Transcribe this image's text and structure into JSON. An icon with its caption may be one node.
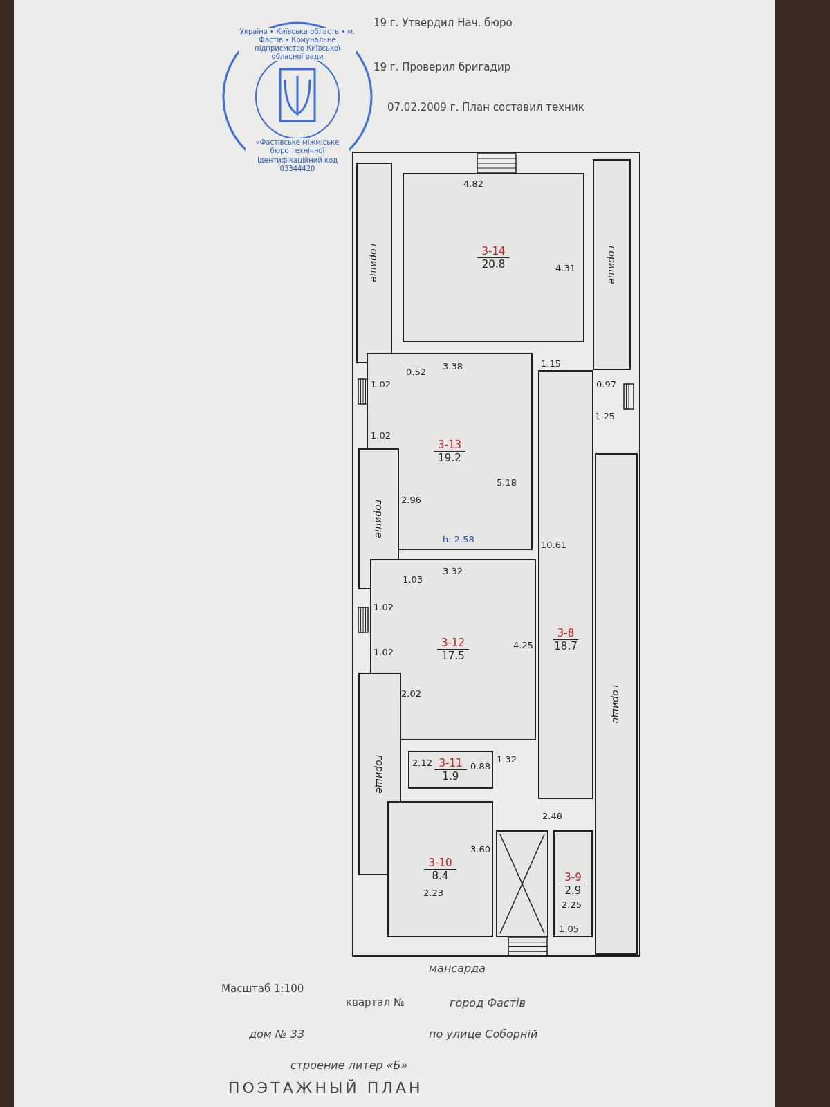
{
  "diagram": {
    "title": "ПОЭТАЖНЫЙ ПЛАН",
    "nodes": [
      {
        "text": [
          "3-14",
          "20.8"
        ]
      },
      {
        "text": [
          "горище"
        ]
      },
      {
        "text": [
          "горище"
        ]
      },
      {
        "text": [
          "3-13",
          "19.2"
        ]
      },
      {
        "text": [
          "горище"
        ]
      },
      {
        "text": [
          "3-8",
          "18.7"
        ]
      },
      {
        "text": [
          "3-12",
          "17.5"
        ]
      },
      {
        "text": [
          "горище"
        ]
      },
      {
        "text": [
          "горище"
        ]
      },
      {
        "text": [
          "3-11",
          "1.9"
        ]
      },
      {
        "text": [
          "3-10",
          "8.4"
        ]
      },
      {
        "text": [],
        "shape": "box"
      },
      {
        "text": [
          "3-9",
          "2.9"
        ]
      }
    ],
    "labels": [
      "19 г. Утвердил Нач. бюро",
      "19 г. Проверил бригадир",
      "07.02.2009 г. План составил техник",
      "Україна • Київська область • м. Фастів • Комунальне підприємство Київської обласної ради",
      "«Фастівське міжміське бюро технічної інвентаризації»",
      "Ідентифікаційний код 03344420",
      "4.82",
      "4.31",
      "1.15",
      "3.38",
      "0.52",
      "1.02",
      "0.97",
      "1.25",
      "1.02",
      "5.18",
      "2.96",
      "h: 2.58",
      "10.61",
      "3.32",
      "1.03",
      "1.02",
      "1.02",
      "4.25",
      "2.02",
      "0.88",
      "1.32",
      "2.12",
      "2.48",
      "3.60",
      "2.23",
      "2.25",
      "1.05",
      "мансарда",
      "Масштаб 1:100",
      "квартал №",
      "город Фастів",
      "по улице Соборній",
      "дом № 33",
      "строение литер «Б»"
    ]
  }
}
